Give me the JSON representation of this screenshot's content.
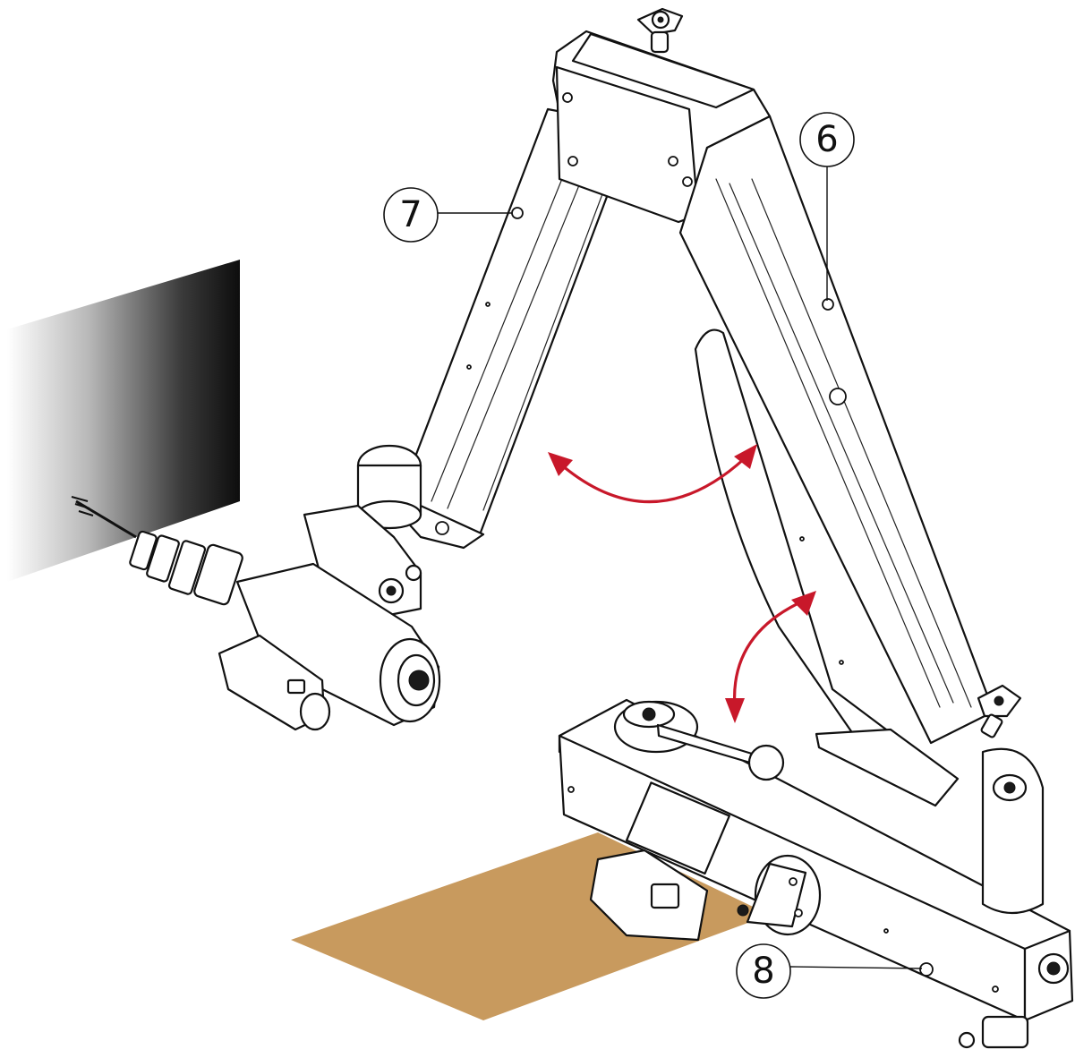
{
  "callouts": [
    {
      "id": "callout-6",
      "label": "6"
    },
    {
      "id": "callout-7",
      "label": "7"
    },
    {
      "id": "callout-8",
      "label": "8"
    }
  ],
  "colors": {
    "motion_arrow": "#c8182a",
    "floor_plate": "#c89a5e",
    "outline": "#111111",
    "workpiece_dark": "#111111",
    "workpiece_light": "#ffffff"
  }
}
